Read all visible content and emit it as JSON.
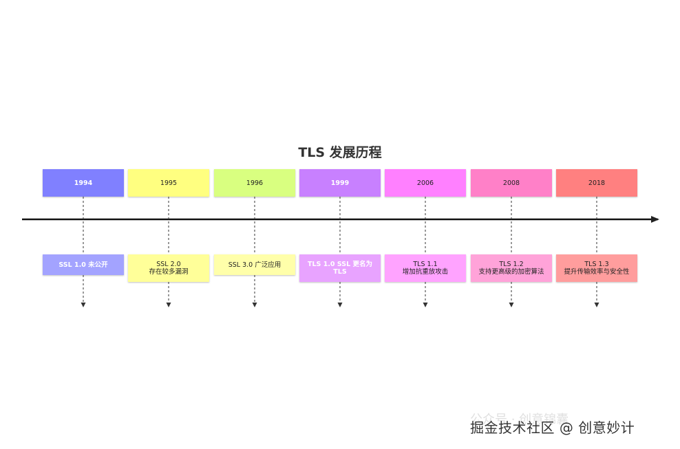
{
  "diagram": {
    "title": "TLS 发展历程",
    "milestones": [
      {
        "year": "1994",
        "event": "SSL 1.0 未公开",
        "year_color": "#8080ff",
        "event_color": "#a3a3ff",
        "light": true
      },
      {
        "year": "1995",
        "event": "SSL 2.0\n存在较多漏洞",
        "year_color": "#ffff80",
        "event_color": "#ffff99",
        "light": false
      },
      {
        "year": "1996",
        "event": "SSL 3.0 广泛应用",
        "year_color": "#d9ff80",
        "event_color": "#ffffaa",
        "light": false
      },
      {
        "year": "1999",
        "event": "TLS 1.0 SSL 更名为\nTLS",
        "year_color": "#c880ff",
        "event_color": "#e8a3ff",
        "light": true
      },
      {
        "year": "2006",
        "event": "TLS 1.1\n增加抗重放攻击",
        "year_color": "#ff80ff",
        "event_color": "#ffa3ff",
        "light": false
      },
      {
        "year": "2008",
        "event": "TLS 1.2\n支持更高级的加密算法",
        "year_color": "#ff80c8",
        "event_color": "#ffa3d9",
        "light": false
      },
      {
        "year": "2018",
        "event": "TLS 1.3\n提升传输效率与安全性",
        "year_color": "#ff8080",
        "event_color": "#ff9d9d",
        "light": false
      }
    ]
  },
  "watermark": {
    "text": "掘金技术社区 @ 创意妙计",
    "ghost_text": "公众号 · 创意锦囊"
  }
}
